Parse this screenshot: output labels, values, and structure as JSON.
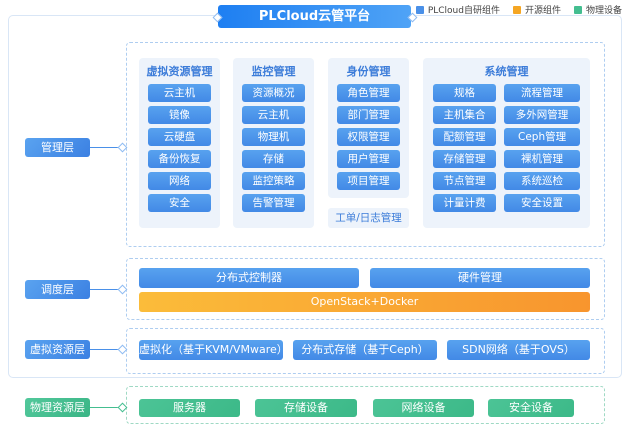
{
  "title": "PLCloud云管平台",
  "legend": {
    "items": [
      {
        "label": "PLCloud自研组件",
        "color": "#4A90E8"
      },
      {
        "label": "开源组件",
        "color": "#F5A623"
      },
      {
        "label": "物理设备",
        "color": "#44BE90"
      }
    ]
  },
  "management": {
    "label": "管理层",
    "groups": [
      {
        "title": "虚拟资源管理",
        "items": [
          "云主机",
          "镜像",
          "云硬盘",
          "备份恢复",
          "网络",
          "安全"
        ]
      },
      {
        "title": "监控管理",
        "items": [
          "资源概况",
          "云主机",
          "物理机",
          "存储",
          "监控策略",
          "告警管理"
        ]
      },
      {
        "title": "身份管理",
        "items": [
          "角色管理",
          "部门管理",
          "权限管理",
          "用户管理",
          "项目管理"
        ]
      },
      {
        "title": "系统管理",
        "left": [
          "规格",
          "主机集合",
          "配额管理",
          "存储管理",
          "节点管理",
          "计量计费"
        ],
        "right": [
          "流程管理",
          "多外网管理",
          "Ceph管理",
          "裸机管理",
          "系统巡检",
          "安全设置"
        ]
      }
    ],
    "ticket_log": "工单/日志管理"
  },
  "scheduling": {
    "label": "调度层",
    "controllers": [
      "分布式控制器",
      "硬件管理"
    ],
    "open_source": "OpenStack+Docker"
  },
  "virtual": {
    "label": "虚拟资源层",
    "items": [
      "虚拟化（基于KVM/VMware）",
      "分布式存储（基于Ceph）",
      "SDN网络（基于OVS）"
    ]
  },
  "physical": {
    "label": "物理资源层",
    "items": [
      "服务器",
      "存储设备",
      "网络设备",
      "安全设备"
    ]
  },
  "colors": {
    "self_developed_blue": "#4A90E8",
    "open_source_orange": "#F5A623",
    "physical_green": "#44BE90",
    "group_bg": "#EDF3FB",
    "dashed_border_blue": "#AECDF0",
    "dashed_border_green": "#9FD9C4",
    "outer_border": "#D9E6F6",
    "header_text_blue": "#3C7CD9"
  }
}
